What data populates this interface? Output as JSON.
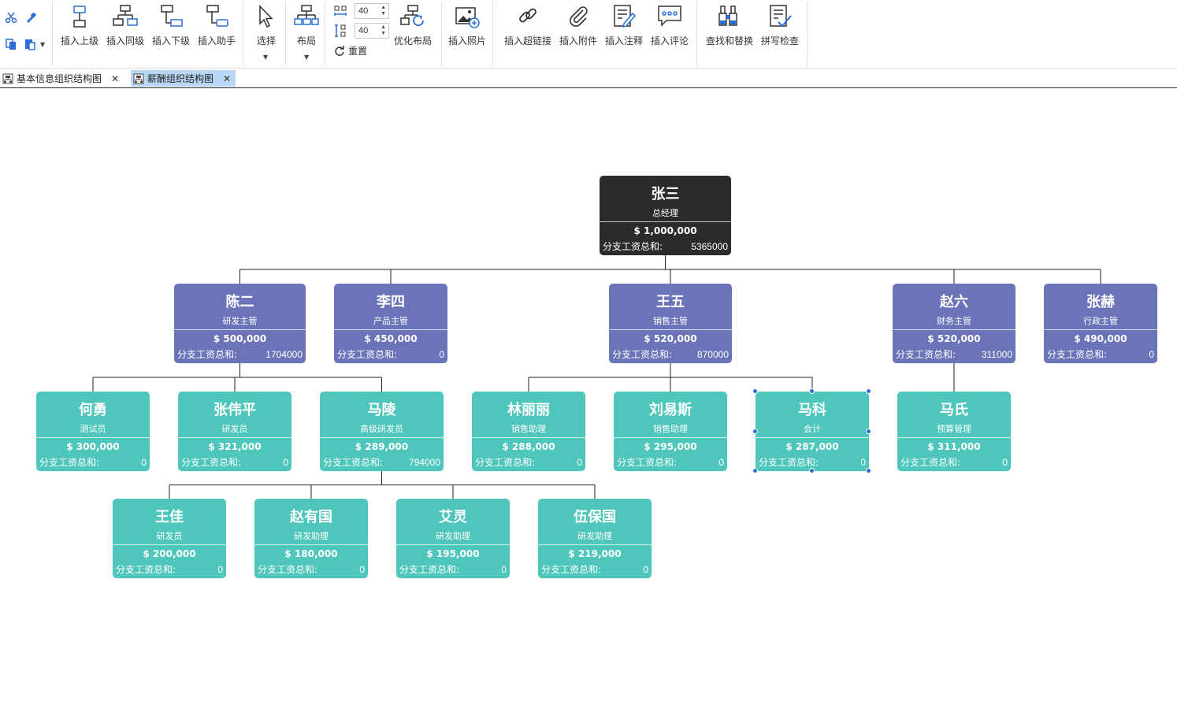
{
  "toolbar": {
    "insert_superior": "插入上级",
    "insert_sibling": "插入同级",
    "insert_subordinate": "插入下级",
    "insert_assistant": "插入助手",
    "select": "选择",
    "layout": "布局",
    "spacing_h": "40",
    "spacing_v": "40",
    "reset": "重置",
    "optimize_layout": "优化布局",
    "insert_photo": "插入照片",
    "insert_hyperlink": "插入超链接",
    "insert_attachment": "插入附件",
    "insert_note": "插入注释",
    "insert_comment": "插入评论",
    "find_replace": "查找和替换",
    "spell_check": "拼写检查"
  },
  "tabs": [
    {
      "label": "基本信息组织结构图",
      "active": false
    },
    {
      "label": "薪酬组织结构图",
      "active": true
    }
  ],
  "colors": {
    "root": "#2b2b2b",
    "manager": "#6b74b9",
    "staff": "#4fc6bb",
    "selection": "#2a6fd6"
  },
  "org": {
    "sum_label": "分支工资总和:",
    "nodes": [
      {
        "id": "zhangsan",
        "name": "张三",
        "title": "总经理",
        "salary": "$ 1,000,000",
        "sum": "5365000",
        "level": 0,
        "parent": null
      },
      {
        "id": "chener",
        "name": "陈二",
        "title": "研发主管",
        "salary": "$ 500,000",
        "sum": "1704000",
        "level": 1,
        "parent": "zhangsan"
      },
      {
        "id": "lisi",
        "name": "李四",
        "title": "产品主管",
        "salary": "$ 450,000",
        "sum": "0",
        "level": 1,
        "parent": "zhangsan"
      },
      {
        "id": "wangwu",
        "name": "王五",
        "title": "销售主管",
        "salary": "$ 520,000",
        "sum": "870000",
        "level": 1,
        "parent": "zhangsan"
      },
      {
        "id": "zhaoliu",
        "name": "赵六",
        "title": "财务主管",
        "salary": "$ 520,000",
        "sum": "311000",
        "level": 1,
        "parent": "zhangsan"
      },
      {
        "id": "zhanghe",
        "name": "张赫",
        "title": "行政主管",
        "salary": "$ 490,000",
        "sum": "0",
        "level": 1,
        "parent": "zhangsan"
      },
      {
        "id": "heyong",
        "name": "何勇",
        "title": "测试员",
        "salary": "$ 300,000",
        "sum": "0",
        "level": 2,
        "parent": "chener"
      },
      {
        "id": "zhangweiping",
        "name": "张伟平",
        "title": "研发员",
        "salary": "$ 321,000",
        "sum": "0",
        "level": 2,
        "parent": "chener"
      },
      {
        "id": "maling",
        "name": "马陵",
        "title": "高级研发员",
        "salary": "$ 289,000",
        "sum": "794000",
        "level": 2,
        "parent": "chener"
      },
      {
        "id": "linlili",
        "name": "林丽丽",
        "title": "销售助理",
        "salary": "$ 288,000",
        "sum": "0",
        "level": 2,
        "parent": "wangwu"
      },
      {
        "id": "liuyisi",
        "name": "刘易斯",
        "title": "销售助理",
        "salary": "$ 295,000",
        "sum": "0",
        "level": 2,
        "parent": "wangwu"
      },
      {
        "id": "make",
        "name": "马科",
        "title": "会计",
        "salary": "$ 287,000",
        "sum": "0",
        "level": 2,
        "parent": "wangwu",
        "selected": true
      },
      {
        "id": "mashi",
        "name": "马氏",
        "title": "预算管理",
        "salary": "$ 311,000",
        "sum": "0",
        "level": 2,
        "parent": "zhaoliu"
      },
      {
        "id": "wangjia",
        "name": "王佳",
        "title": "研发员",
        "salary": "$ 200,000",
        "sum": "0",
        "level": 3,
        "parent": "maling"
      },
      {
        "id": "zhaoyouguo",
        "name": "赵有国",
        "title": "研发助理",
        "salary": "$ 180,000",
        "sum": "0",
        "level": 3,
        "parent": "maling"
      },
      {
        "id": "ailing",
        "name": "艾灵",
        "title": "研发助理",
        "salary": "$ 195,000",
        "sum": "0",
        "level": 3,
        "parent": "maling"
      },
      {
        "id": "wubaoguo",
        "name": "伍保国",
        "title": "研发助理",
        "salary": "$ 219,000",
        "sum": "0",
        "level": 3,
        "parent": "maling"
      }
    ]
  }
}
